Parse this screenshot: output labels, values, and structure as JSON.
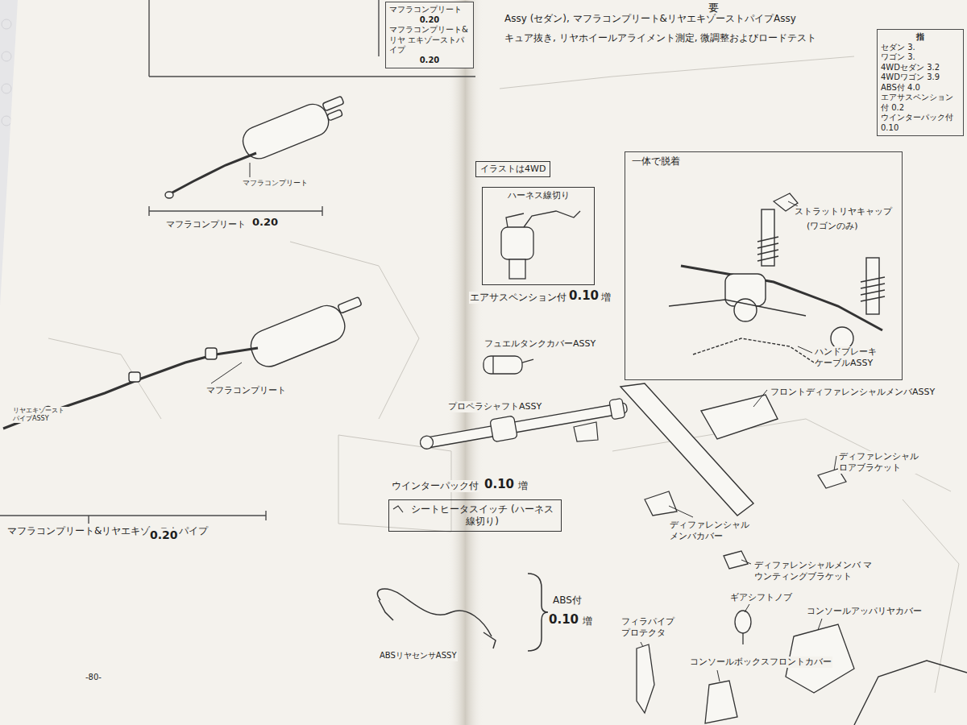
{
  "diagram": {
    "nodes": [
      {
        "text": [
          "マフラコンプリート",
          "0.20",
          "マフラコンプリート&リヤ エキゾーストパイプ",
          "0.20"
        ]
      },
      {
        "text": [
          "イラストは4WD"
        ]
      },
      {
        "text": [
          "ハーネス線切り"
        ]
      },
      {
        "text": [
          "シートヒータスイッチ (ハーネス線切り)"
        ]
      },
      {
        "text": [
          "一体で脱着"
        ]
      },
      {
        "text": [
          "指",
          "セダン 3.",
          "ワゴン 3.",
          "4WDセダン 3.2",
          "4WDワゴン 3.9",
          "ABS付 4.0",
          "エアサスペンション付 0.2",
          "ウインターパック付 0.10"
        ]
      }
    ],
    "labels": [
      "マフラコンプリート",
      "マフラコンプリート",
      "0.20",
      "リヤエキゾーストパイプASSY",
      "マフラコンプリート",
      "マフラコンプリート&リヤエキゾーストパイプ",
      "0.20",
      "-80-",
      "要",
      "Assy (セダン), マフラコンプリート&リヤエキゾーストパイプAssy",
      "キュア抜き, リヤホイールアライメント測定, 微調整およびロードテスト",
      "エアサスペンション付",
      "0.10",
      "増",
      "フュエルタンクカバーASSY",
      "プロペラシャフトASSY",
      "ウインターパック付",
      "0.10",
      "増",
      "ABSリヤセンサASSY",
      "ABS付",
      "0.10",
      "増",
      "ストラットリヤキャップ",
      "(ワゴンのみ)",
      "ハンドブレーキ ケーブルASSY",
      "フロントディファレンシャルメンバASSY",
      "ディファレンシャル ロアブラケット",
      "ディファレンシャル メンバカバー",
      "ディファレンシャルメンバ マウンティングブラケット",
      "ギアシフトノブ",
      "コンソールアッパリヤカバー",
      "フィラパイプ プロテクタ",
      "コンソールボックスフロントカバー"
    ]
  }
}
